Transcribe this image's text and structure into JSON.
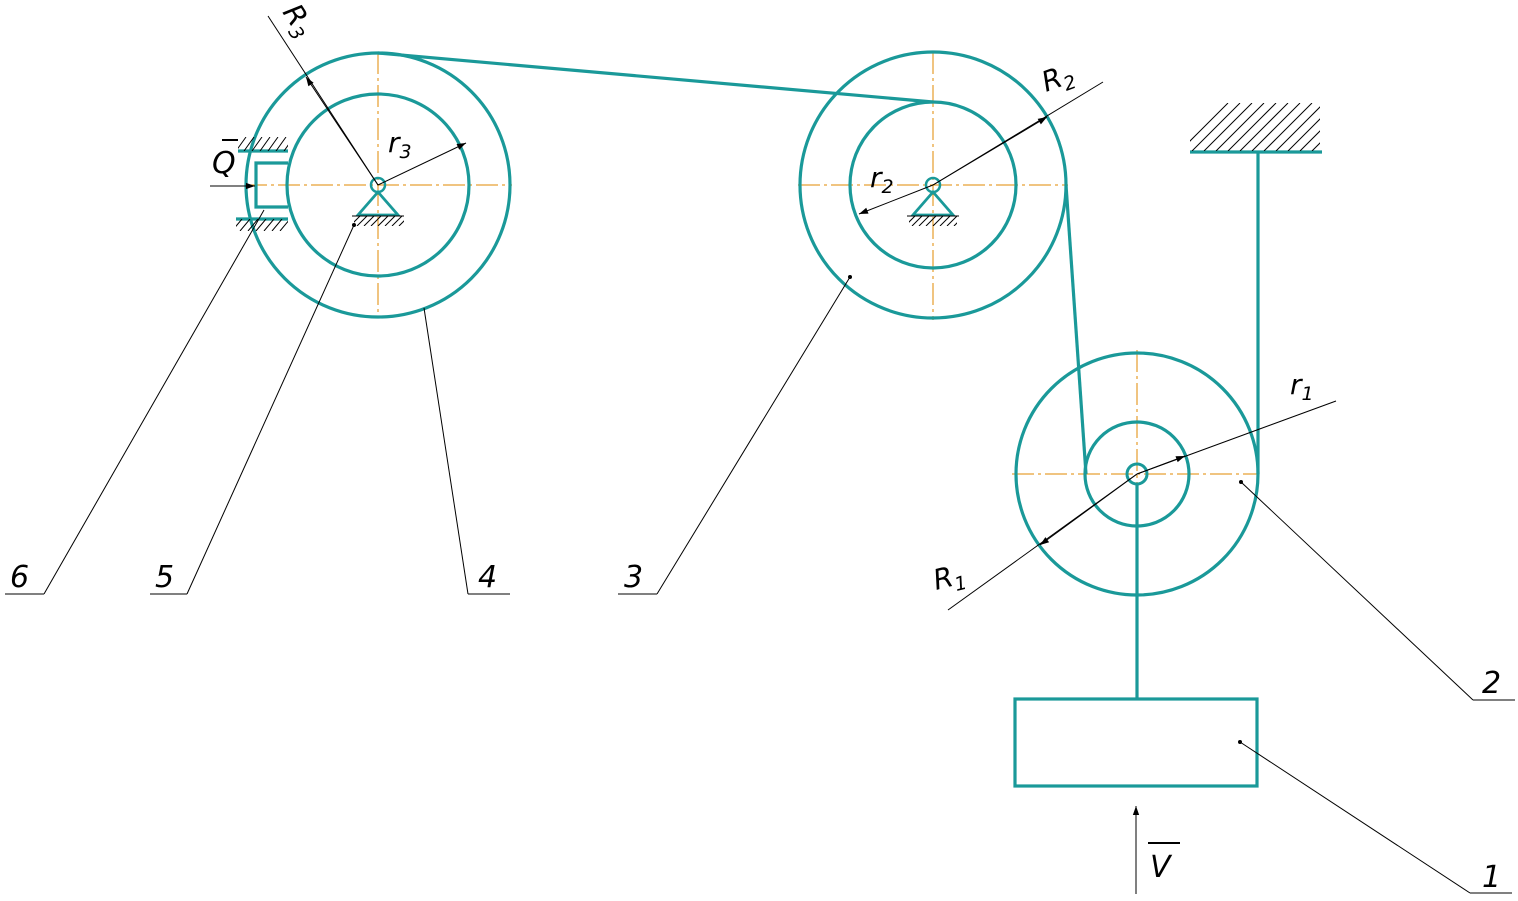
{
  "callouts": [
    "1",
    "2",
    "3",
    "4",
    "5",
    "6"
  ],
  "dimensions": {
    "R1": {
      "base": "R",
      "sub": "1"
    },
    "r1": {
      "base": "r",
      "sub": "1"
    },
    "R2": {
      "base": "R",
      "sub": "2"
    },
    "r2": {
      "base": "r",
      "sub": "2"
    },
    "R3": {
      "base": "R",
      "sub": "3"
    },
    "r3": {
      "base": "r",
      "sub": "3"
    }
  },
  "vectors": {
    "Q": "Q",
    "V": "V"
  },
  "colors": {
    "parts": "#1a9999",
    "centerlines": "#e08a00",
    "leaders": "#000000"
  }
}
